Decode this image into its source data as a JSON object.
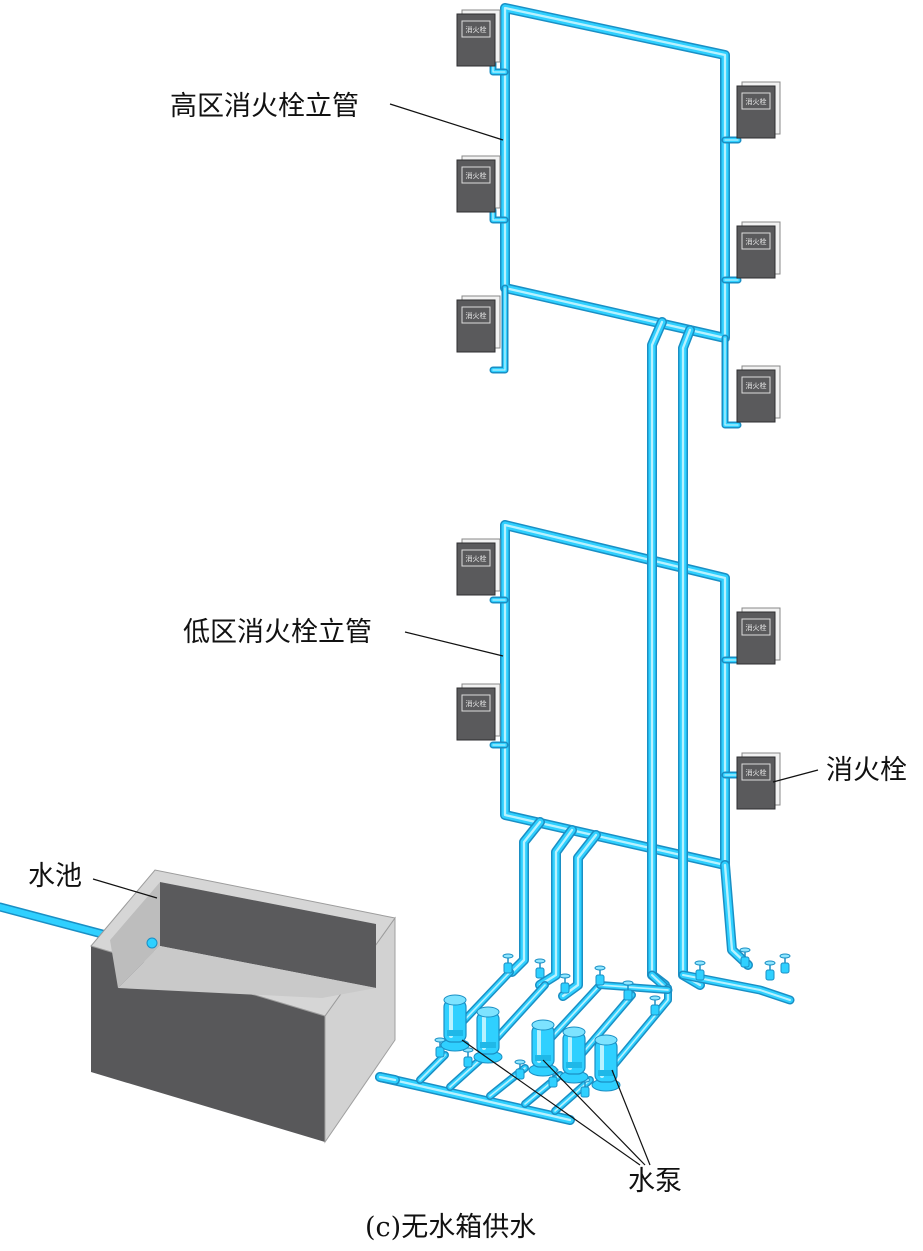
{
  "labels": {
    "high_zone_riser": "高区消火栓立管",
    "low_zone_riser": "低区消火栓立管",
    "hydrant": "消火栓",
    "pool": "水池",
    "pump": "水泵"
  },
  "caption": "(c)无水箱供水",
  "hydrant_box_text": "消火栓",
  "colors": {
    "pipe": "#2fd0ff",
    "pipe_outline": "#1a8fc4",
    "hydrant_box": "#5a5a5c",
    "pool_outer": "#58585a",
    "pool_rim": "#d0d0d0",
    "leader_line": "#111111"
  }
}
